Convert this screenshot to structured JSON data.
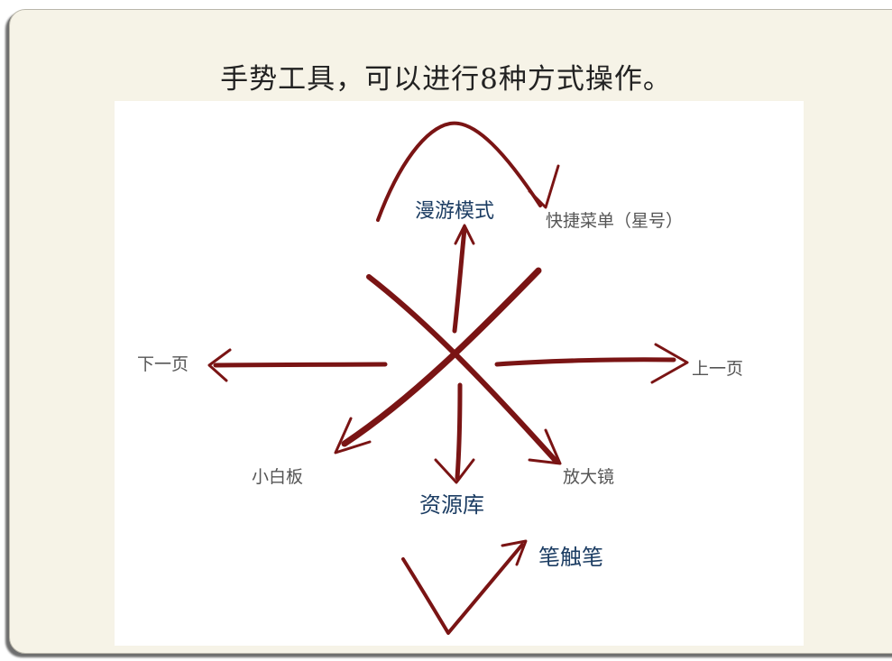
{
  "title": "手势工具，可以进行8种方式操作。",
  "gestures": {
    "roam_mode": "漫游模式",
    "quick_menu": "快捷菜单（星号）",
    "prev_page": "下一页",
    "next_page": "上一页",
    "whiteboard": "小白板",
    "resource_library": "资源库",
    "magnifier": "放大镜",
    "pen_touch": "笔触笔"
  },
  "colors": {
    "stroke": "#7a1414",
    "panel_bg": "#f6f3e7",
    "label_blue": "#1c3d63",
    "label_grey": "#555555"
  }
}
